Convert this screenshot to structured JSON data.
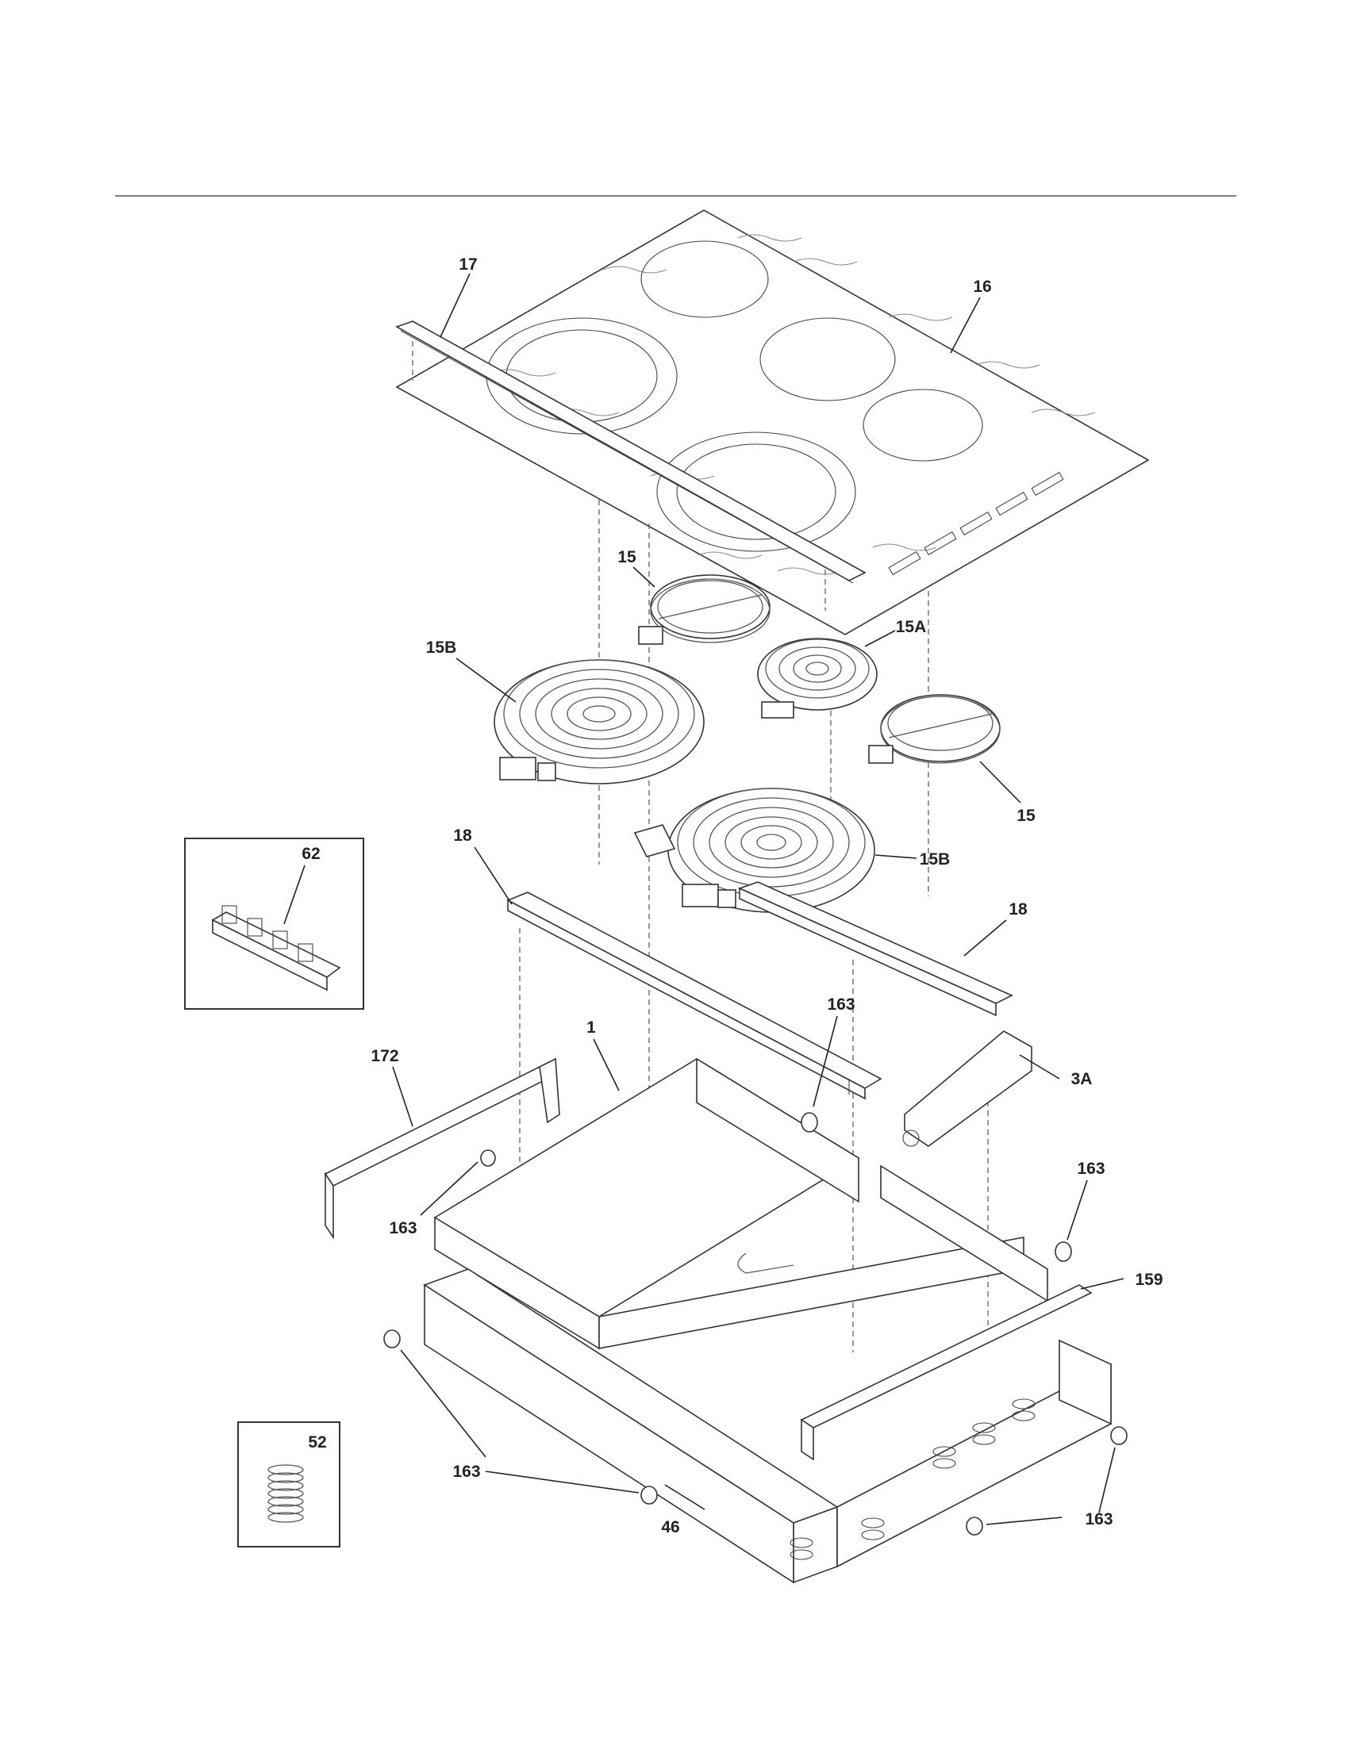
{
  "diagram": {
    "callouts": {
      "glass_top": "16",
      "trim": "17",
      "element_small_left": "15",
      "element_small_right": "15",
      "element_dual_small": "15A",
      "element_dual_left": "15B",
      "element_dual_right": "15B",
      "bracket_left": "18",
      "bracket_right": "18",
      "inset_terminal_block": "62",
      "pan_box": "1",
      "bracket_side": "172",
      "bracket_3a": "3A",
      "bracket_159": "159",
      "bumper_upper": "163",
      "bumper_left": "163",
      "bumper_right_upper": "163",
      "bumper_lower_left": "163",
      "bumper_lower_right": "163",
      "inset_spring": "52",
      "outer_box": "46"
    }
  }
}
